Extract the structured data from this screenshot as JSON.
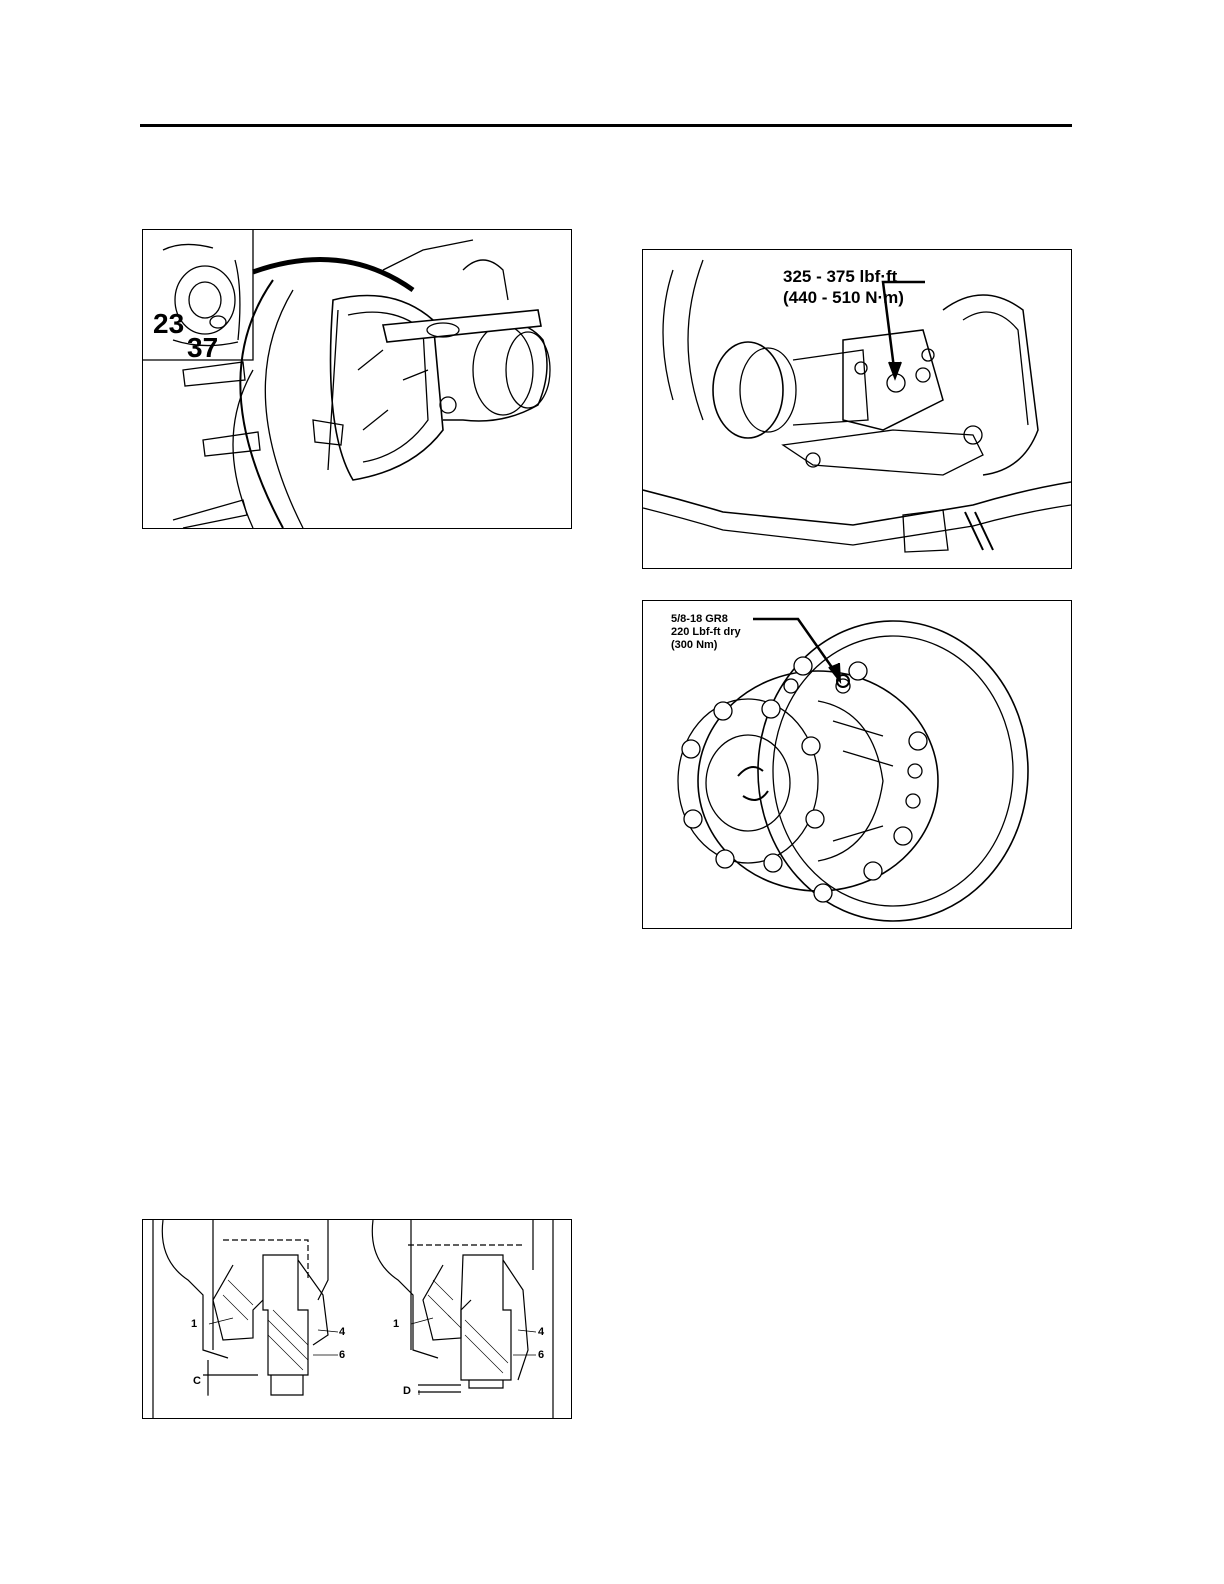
{
  "figures": {
    "caliper": {
      "callouts": [
        "23",
        "37"
      ]
    },
    "spring_brake": {
      "torque_line1": "325 - 375 lbf·ft",
      "torque_line2": "(440 - 510 N·m)"
    },
    "hub": {
      "spec_line1": "5/8-18 GR8",
      "spec_line2": "220 Lbf-ft dry",
      "spec_line3": "(300 Nm)"
    },
    "bushing": {
      "left": {
        "labels": [
          "1",
          "4",
          "6",
          "C"
        ]
      },
      "right": {
        "labels": [
          "1",
          "4",
          "6",
          "D"
        ]
      }
    }
  }
}
